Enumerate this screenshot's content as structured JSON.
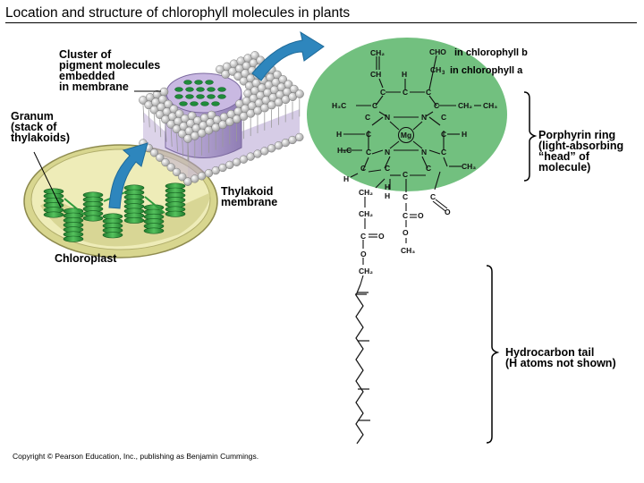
{
  "title": "Location and structure of chlorophyll molecules in plants",
  "labels": {
    "cluster": [
      "Cluster of",
      "pigment molecules",
      "embedded",
      "in membrane"
    ],
    "granum": [
      "Granum",
      "(stack of",
      "thylakoids)"
    ],
    "thylakoid": [
      "Thylakoid",
      "membrane"
    ],
    "chloroplast": "Chloroplast",
    "porphyrin": {
      "title": "Porphyrin ring",
      "lines": [
        "(light-absorbing",
        "“head” of",
        "molecule)"
      ]
    },
    "tail": {
      "title": "Hydrocarbon tail",
      "line": "(H atoms not shown)"
    }
  },
  "molecule": {
    "chlb_group": "CHO",
    "chlb_label": "in chlorophyll b",
    "chla_group": "CH",
    "chla_sub": "3",
    "chla_label": "in chlorophyll a",
    "metal": "Mg",
    "atoms": {
      "C": "C",
      "N": "N",
      "H": "H",
      "O": "O",
      "CH": "CH",
      "CH2": "CH₂",
      "CH3": "CH₃",
      "H3C": "H₃C"
    }
  },
  "copyright": "Copyright © Pearson Education, Inc., publishing as Benjamin Cummings.",
  "colors": {
    "ring_bg": "#72c07f",
    "membrane": "#b9a7d4",
    "membrane_dark": "#9884b9",
    "grana": "#2f9a3c",
    "chloroplast": "#e8e6a3",
    "arrow": "#2e86bd",
    "pigment": "#1f8b3a"
  }
}
